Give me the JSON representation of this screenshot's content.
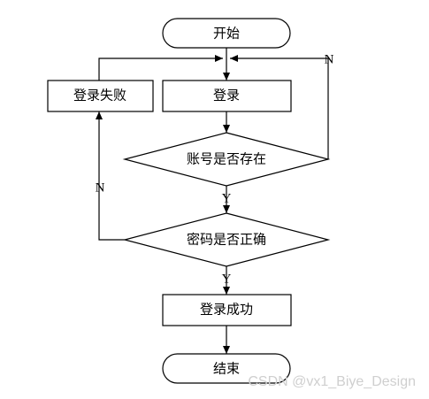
{
  "diagram": {
    "nodes": {
      "start": "开始",
      "login": "登录",
      "login_fail": "登录失败",
      "account_check": "账号是否存在",
      "password_check": "密码是否正确",
      "login_success": "登录成功",
      "end": "结束"
    },
    "edge_labels": {
      "account_no": "N",
      "account_yes": "Y",
      "password_no": "N",
      "password_yes": "Y"
    }
  },
  "watermark": "CSDN @vx1_Biye_Design"
}
